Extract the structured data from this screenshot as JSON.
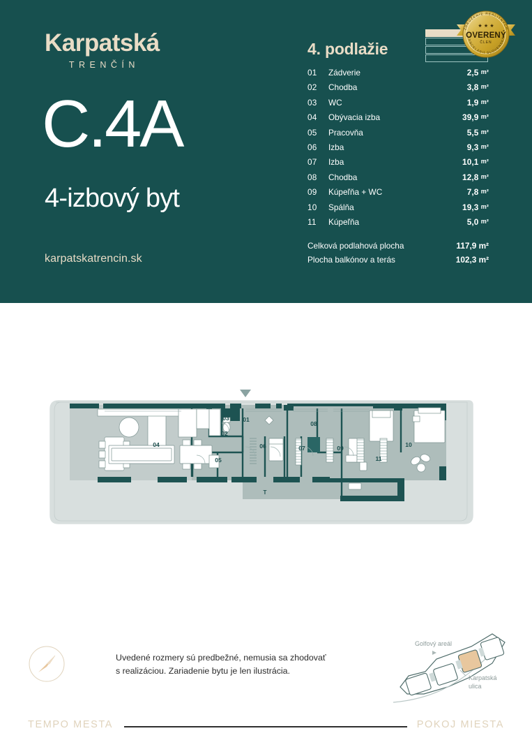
{
  "brand": {
    "name": "Karpatská",
    "city": "TRENČÍN",
    "website": "karpatskatrencin.sk"
  },
  "unit": {
    "code": "C.4A",
    "type": "4-izbový byt"
  },
  "floor": {
    "title": "4. podlažie",
    "index": 4,
    "total_floors": 4
  },
  "seal": {
    "main": "OVERENÝ",
    "sub": "ČLEN",
    "arc_top": "ZDRUŽENIE REALITNÝCH",
    "arc_bottom": "KANCELÁRIÍ SLOVENSKA",
    "stars": "★ ★ ★",
    "color": "#c9a227"
  },
  "rooms": [
    {
      "num": "01",
      "name": "Zádverie",
      "area": "2,5",
      "unit": "m²"
    },
    {
      "num": "02",
      "name": "Chodba",
      "area": "3,8",
      "unit": "m²"
    },
    {
      "num": "03",
      "name": "WC",
      "area": "1,9",
      "unit": "m²"
    },
    {
      "num": "04",
      "name": "Obývacia izba",
      "area": "39,9",
      "unit": "m²"
    },
    {
      "num": "05",
      "name": "Pracovňa",
      "area": "5,5",
      "unit": "m²"
    },
    {
      "num": "06",
      "name": "Izba",
      "area": "9,3",
      "unit": "m²"
    },
    {
      "num": "07",
      "name": "Izba",
      "area": "10,1",
      "unit": "m²"
    },
    {
      "num": "08",
      "name": "Chodba",
      "area": "12,8",
      "unit": "m²"
    },
    {
      "num": "09",
      "name": "Kúpeľňa + WC",
      "area": "7,8",
      "unit": "m²"
    },
    {
      "num": "10",
      "name": "Spálňa",
      "area": "19,3",
      "unit": "m²"
    },
    {
      "num": "11",
      "name": "Kúpeľňa",
      "area": "5,0",
      "unit": "m²"
    }
  ],
  "totals": [
    {
      "label": "Celková podlahová plocha",
      "value": "117,9 m²"
    },
    {
      "label": "Plocha balkónov a terás",
      "value": "102,3 m²"
    }
  ],
  "plan": {
    "labels": [
      "01",
      "02",
      "03",
      "04",
      "05",
      "06",
      "07",
      "08",
      "09",
      "10",
      "11"
    ],
    "terrace_marker": "T",
    "entrance_marker": "▼"
  },
  "note": {
    "line1": "Uvedené rozmery sú predbežné, nemusia sa zhodovať",
    "line2": "s realizáciou. Zariadenie bytu je len ilustrácia."
  },
  "locmap": {
    "golf_label": "Golfový areál",
    "street_label_1": "Karpatská",
    "street_label_2": "ulica"
  },
  "footer": {
    "left": "TEMPO MESTA",
    "right": "POKOJ MIESTA"
  },
  "colors": {
    "header_green": "#17504F",
    "cream": "#E9DCC6",
    "wall_dark": "#1d5352",
    "interior_fill": "#aebdbb",
    "terrace_fill": "#d8dfde",
    "gold": "#c9a227",
    "accent_tan": "#e8c39e"
  }
}
